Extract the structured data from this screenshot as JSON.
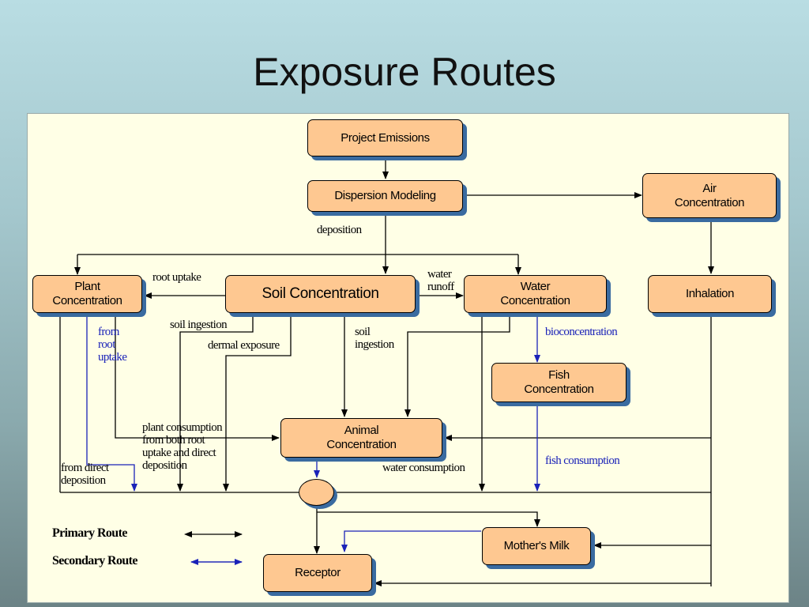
{
  "title": "Exposure Routes",
  "nodes": {
    "project_emissions": "Project Emissions",
    "dispersion_modeling": "Dispersion Modeling",
    "air_concentration": "Air\nConcentration",
    "plant_concentration": "Plant\nConcentration",
    "soil_concentration": "Soil Concentration",
    "water_concentration": "Water\nConcentration",
    "inhalation": "Inhalation",
    "fish_concentration": "Fish\nConcentration",
    "animal_concentration": "Animal\nConcentration",
    "mothers_milk": "Mother's Milk",
    "receptor": "Receptor"
  },
  "labels": {
    "deposition": "deposition",
    "root_uptake": "root uptake",
    "water_runoff": "water\nrunoff",
    "from_root_uptake": "from\nroot\nuptake",
    "soil_ingestion_left": "soil ingestion",
    "dermal_exposure": "dermal exposure",
    "soil_ingestion_right": "soil\ningestion",
    "bioconcentration": "bioconcentration",
    "plant_consumption": "plant consumption\nfrom both root\nuptake and direct\ndeposition",
    "from_direct_deposition": "from direct\ndeposition",
    "water_consumption": "water consumption",
    "fish_consumption": "fish consumption"
  },
  "legend": {
    "primary": "Primary Route",
    "secondary": "Secondary Route"
  },
  "colors": {
    "primary_route": "#000000",
    "secondary_route": "#1a22b8",
    "node_fill": "#fec891",
    "node_shadow": "#3a6ba0",
    "panel": "#ffffe6"
  }
}
